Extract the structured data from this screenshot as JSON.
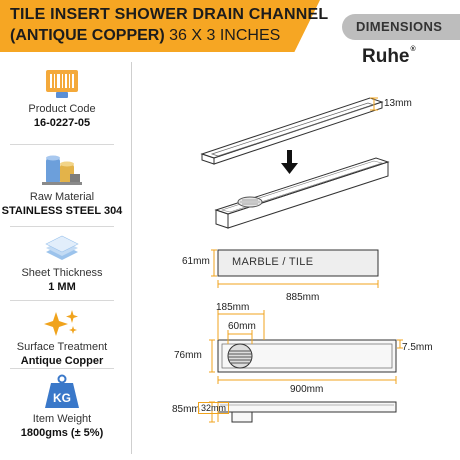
{
  "header": {
    "title_line1": "TILE INSERT SHOWER DRAIN CHANNEL",
    "title_line2_bold": "(ANTIQUE COPPER)",
    "title_line2_size": "36 X 3 INCHES",
    "dimensions_tag": "DIMENSIONS",
    "brand": "Ruhe",
    "brand_mark": "®"
  },
  "specs": [
    {
      "label": "Product Code",
      "value": "16-0227-05",
      "icon": "barcode-icon"
    },
    {
      "label": "Raw Material",
      "value": "STAINLESS STEEL 304",
      "icon": "material-barrels-icon"
    },
    {
      "label": "Sheet Thickness",
      "value": "1 MM",
      "icon": "sheet-layers-icon"
    },
    {
      "label": "Surface Treatment",
      "value": "Antique Copper",
      "icon": "sparkle-icon"
    },
    {
      "label": "Item Weight",
      "value": "1800gms (± 5%)",
      "icon": "weight-icon",
      "icon_text": "KG"
    }
  ],
  "dimensions": {
    "lid_thickness": "13mm",
    "tile_height": "61mm",
    "tile_label": "MARBLE / TILE",
    "tile_length": "885mm",
    "grate_length": "185mm",
    "grate_diameter": "60mm",
    "channel_width": "76mm",
    "side_depth": "7.5mm",
    "total_length": "900mm",
    "total_height": "85mm",
    "outlet_height": "32mm"
  },
  "colors": {
    "accent": "#f6a623",
    "tag_gray": "#bdbdbd",
    "dimension_line": "#f0a31c",
    "line_dark": "#333333"
  }
}
